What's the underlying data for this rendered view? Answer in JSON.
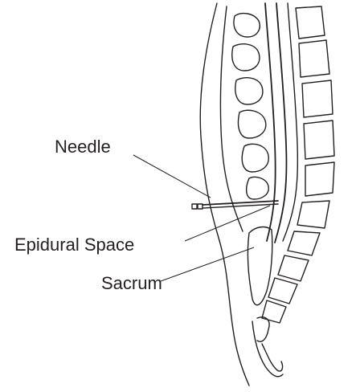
{
  "labels": {
    "needle": "Needle",
    "epidural_space": "Epidural Space",
    "sacrum": "Sacrum"
  },
  "colors": {
    "ink": "#231f20",
    "background": "#ffffff"
  }
}
